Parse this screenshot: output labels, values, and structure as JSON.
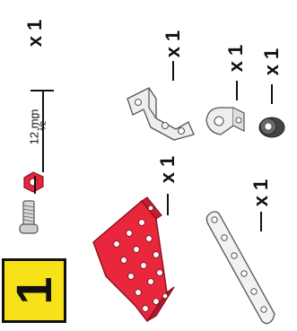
{
  "step": {
    "number": "1"
  },
  "parts": [
    {
      "name": "bolt-nut",
      "quantity": "x 1",
      "size_mm": "12 mm",
      "size_in": "½ \""
    },
    {
      "name": "double-bent-strip",
      "quantity": "x 1"
    },
    {
      "name": "small-bracket",
      "quantity": "x 1"
    },
    {
      "name": "collar",
      "quantity": "x 1"
    },
    {
      "name": "flanged-plate",
      "quantity": "x 1"
    },
    {
      "name": "flat-strip",
      "quantity": "x 1"
    }
  ],
  "colors": {
    "step_box": "#f7e21a",
    "plate_red": "#e8263c",
    "bolt_red": "#e2263c"
  }
}
